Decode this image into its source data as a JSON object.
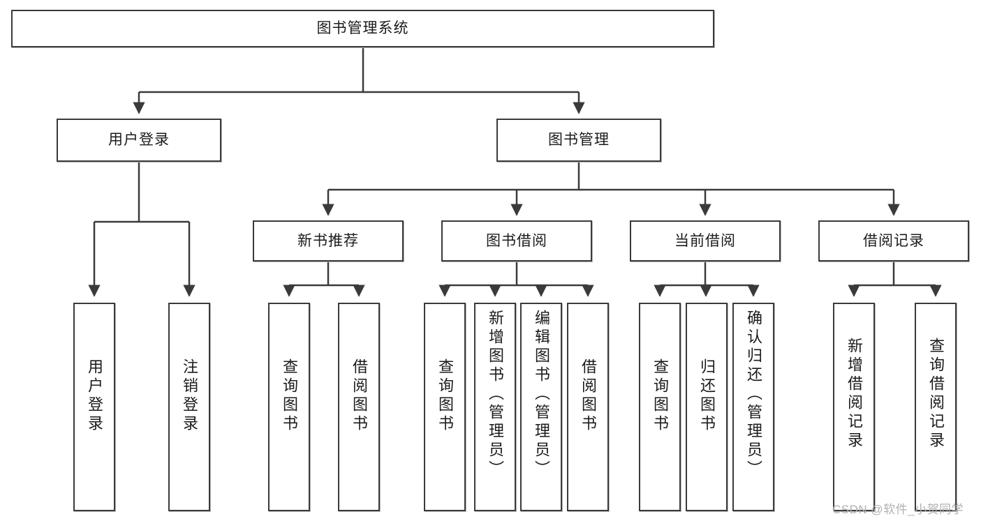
{
  "diagram": {
    "type": "tree-hierarchy-chart",
    "title": "图书管理系统",
    "stroke_color": "#3a3a3a",
    "background_color": "#ffffff",
    "text_color": "#1b1b1b",
    "root": {
      "id": "root",
      "label": "图书管理系统"
    },
    "level2": [
      {
        "id": "user-login",
        "label": "用户登录"
      },
      {
        "id": "book-manage",
        "label": "图书管理"
      }
    ],
    "level3": [
      {
        "id": "new-book-rec",
        "label": "新书推荐"
      },
      {
        "id": "book-borrow",
        "label": "图书借阅"
      },
      {
        "id": "current-borrow",
        "label": "当前借阅"
      },
      {
        "id": "borrow-record",
        "label": "借阅记录"
      }
    ],
    "leaves": {
      "user_login": [
        {
          "id": "leaf-user-login",
          "label": "用户登录"
        },
        {
          "id": "leaf-logout-login",
          "label": "注销登录"
        }
      ],
      "new_book_rec": [
        {
          "id": "leaf-query-book-1",
          "label": "查询图书"
        },
        {
          "id": "leaf-borrow-book-1",
          "label": "借阅图书"
        }
      ],
      "book_borrow": [
        {
          "id": "leaf-query-book-2",
          "label": "查询图书"
        },
        {
          "id": "leaf-add-book",
          "label": "新增图书（管理员）"
        },
        {
          "id": "leaf-edit-book",
          "label": "编辑图书（管理员）"
        },
        {
          "id": "leaf-borrow-book-2",
          "label": "借阅图书"
        }
      ],
      "current_borrow": [
        {
          "id": "leaf-query-book-3",
          "label": "查询图书"
        },
        {
          "id": "leaf-return-book",
          "label": "归还图书"
        },
        {
          "id": "leaf-confirm-return",
          "label": "确认归还（管理员）"
        }
      ],
      "borrow_record": [
        {
          "id": "leaf-add-record",
          "label": "新增借阅记录"
        },
        {
          "id": "leaf-query-record",
          "label": "查询借阅记录"
        }
      ]
    }
  },
  "watermark": {
    "text": "CSDN @软件_小贺同学",
    "color": "#b0b0b0"
  }
}
